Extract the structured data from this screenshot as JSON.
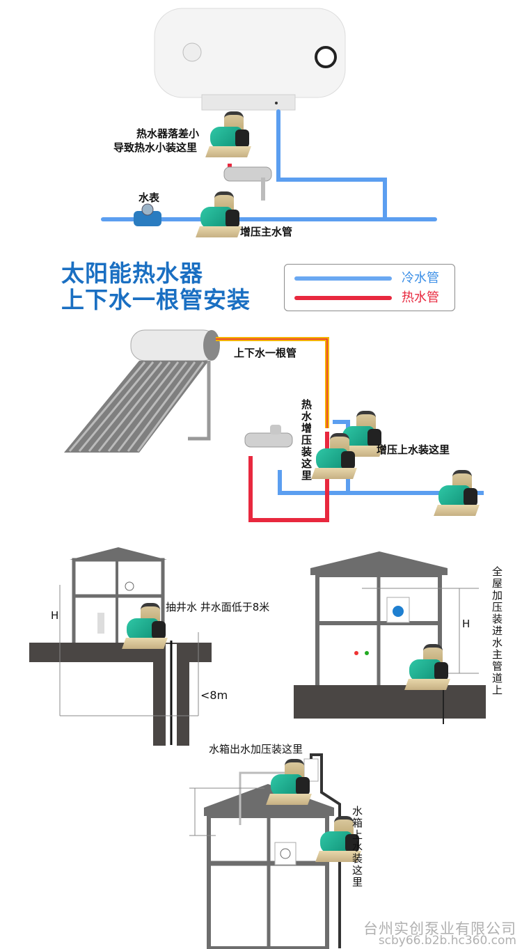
{
  "section1": {
    "labels": {
      "heater_pump": [
        "热水器落差小",
        "导致热水小装这里"
      ],
      "water_meter": "水表",
      "main_pump": "增压主水管"
    }
  },
  "section2": {
    "title_line1": "太阳能热水器",
    "title_line2": "上下水一根管安装",
    "legend": {
      "cold": {
        "label": "冷水管",
        "color": "#5b9ef0"
      },
      "hot": {
        "label": "热水管",
        "color": "#e8283e"
      }
    },
    "labels": {
      "single_pipe": "上下水一根管",
      "hot_boost": "热水增压装这里",
      "inlet_boost": "增压上水装这里"
    }
  },
  "section3": {
    "well": {
      "label": "抽井水  井水面低于8米",
      "height_mark": "H",
      "depth_mark": "<8m"
    },
    "whole_house": {
      "height_mark": "H",
      "label": "全屋加压装进水主管道上"
    }
  },
  "section4": {
    "tank_out_label": "水箱出水加压装这里",
    "tank_in_label": "水箱上水装这里"
  },
  "watermark": {
    "company": "台州实创泵业有限公司",
    "site": "scby66.b2b.hc360.com"
  },
  "colors": {
    "cold_pipe": "#5b9ef0",
    "hot_pipe": "#e8283e",
    "title_blue": "#1a6fc2",
    "ground": "#4a4644",
    "pump_green": "#18a888"
  }
}
